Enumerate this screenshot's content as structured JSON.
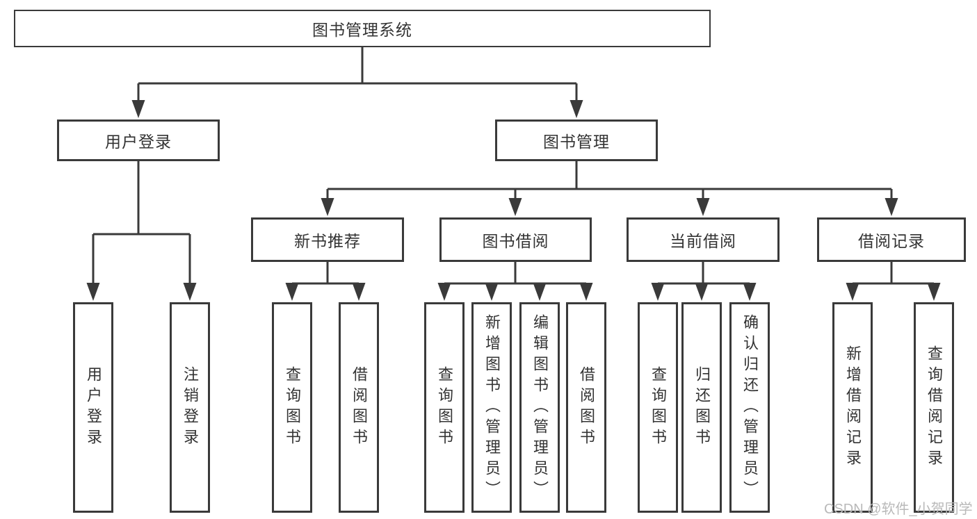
{
  "diagram": {
    "watermark": "CSDN @软件_小贺同学",
    "colors": {
      "line": "#3a3a3a",
      "text": "#333333",
      "background": "#ffffff",
      "watermark": "#b9b9b9"
    },
    "root": {
      "label": "图书管理系统",
      "children": [
        {
          "label": "用户登录",
          "children": [
            {
              "label": "用户登录"
            },
            {
              "label": "注销登录"
            }
          ]
        },
        {
          "label": "图书管理",
          "children": [
            {
              "label": "新书推荐",
              "children": [
                {
                  "label": "查询图书"
                },
                {
                  "label": "借阅图书"
                }
              ]
            },
            {
              "label": "图书借阅",
              "children": [
                {
                  "label": "查询图书"
                },
                {
                  "label": "新增图书（管理员）"
                },
                {
                  "label": "编辑图书（管理员）"
                },
                {
                  "label": "借阅图书"
                }
              ]
            },
            {
              "label": "当前借阅",
              "children": [
                {
                  "label": "查询图书"
                },
                {
                  "label": "归还图书"
                },
                {
                  "label": "确认归还（管理员）"
                }
              ]
            },
            {
              "label": "借阅记录",
              "children": [
                {
                  "label": "新增借阅记录"
                },
                {
                  "label": "查询借阅记录"
                }
              ]
            }
          ]
        }
      ]
    }
  }
}
